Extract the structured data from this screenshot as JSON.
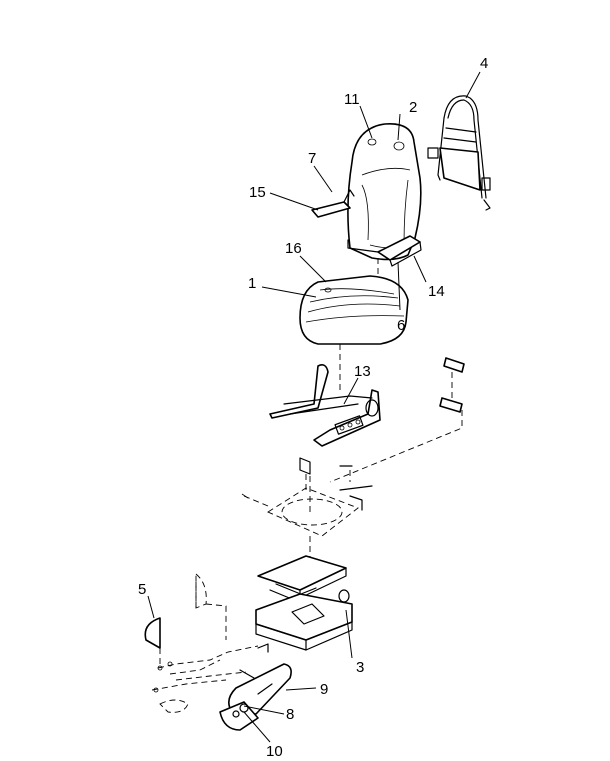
{
  "diagram": {
    "callouts": [
      {
        "id": "c1",
        "text": "1"
      },
      {
        "id": "c2",
        "text": "2"
      },
      {
        "id": "c3",
        "text": "3"
      },
      {
        "id": "c4",
        "text": "4"
      },
      {
        "id": "c5",
        "text": "5"
      },
      {
        "id": "c6",
        "text": "6"
      },
      {
        "id": "c7",
        "text": "7"
      },
      {
        "id": "c8",
        "text": "8"
      },
      {
        "id": "c9",
        "text": "9"
      },
      {
        "id": "c10",
        "text": "10"
      },
      {
        "id": "c11",
        "text": "11"
      },
      {
        "id": "c13",
        "text": "13"
      },
      {
        "id": "c14",
        "text": "14"
      },
      {
        "id": "c15",
        "text": "15"
      },
      {
        "id": "c16",
        "text": "16"
      }
    ]
  }
}
